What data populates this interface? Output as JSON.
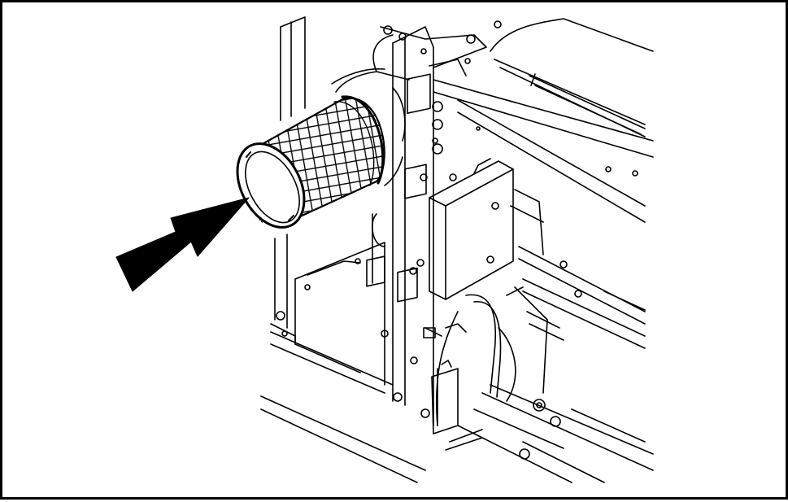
{
  "figure": {
    "background": "#ffffff",
    "ink": "#000000",
    "callout": {
      "symbol": "arrow",
      "points_to": "air-filter-element"
    },
    "components": [
      "air-filter-element",
      "air-cleaner-housing",
      "mounting-bracket",
      "electrical-box",
      "frame-rails",
      "hydraulic-lines",
      "fasteners"
    ]
  }
}
